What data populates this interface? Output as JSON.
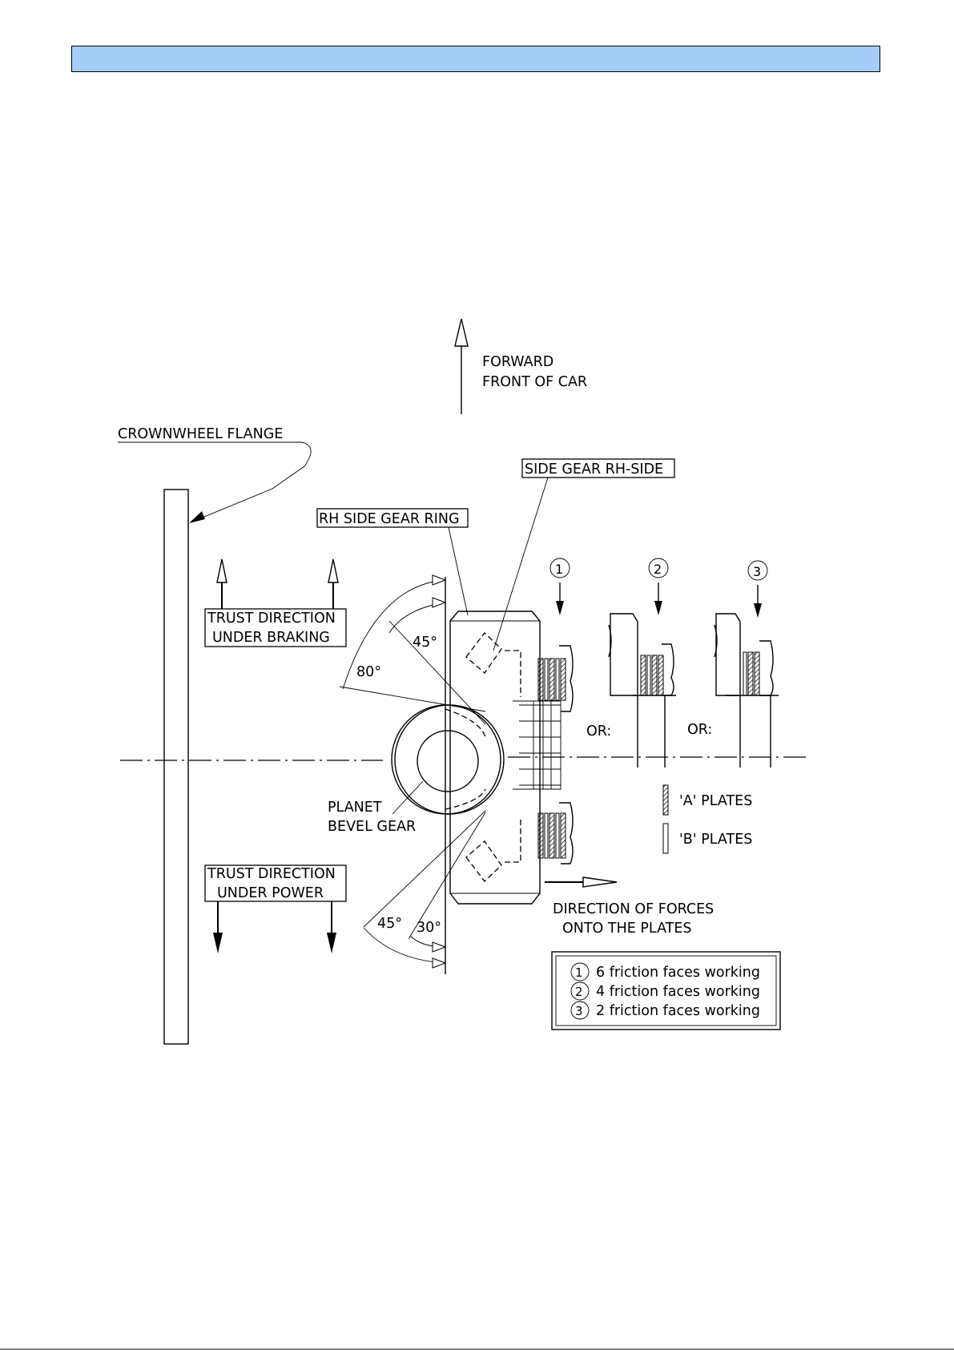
{
  "header": {
    "color": "#a6cdf8"
  },
  "labels": {
    "forward_line1": "FORWARD",
    "forward_line2": "FRONT OF CAR",
    "crownwheel_flange": "CROWNWHEEL FLANGE",
    "side_gear_rh_side": "SIDE GEAR RH-SIDE",
    "rh_side_gear_ring": "RH SIDE GEAR RING",
    "trust_braking_line1": "TRUST DIRECTION",
    "trust_braking_line2": "UNDER BRAKING",
    "trust_power_line1": "TRUST DIRECTION",
    "trust_power_line2": "UNDER POWER",
    "angle_45_top": "45°",
    "angle_80": "80°",
    "angle_45_bottom": "45°",
    "angle_30": "30°",
    "planet_line1": "PLANET",
    "planet_line2": "BEVEL GEAR",
    "or_1": "OR:",
    "or_2": "OR:",
    "a_plates": "'A' PLATES",
    "b_plates": "'B' PLATES",
    "forces_line1": "DIRECTION OF FORCES",
    "forces_line2": "ONTO THE PLATES",
    "config_1": "1",
    "config_2": "2",
    "config_3": "3"
  },
  "legend": [
    {
      "num": "1",
      "text": "6 friction faces working"
    },
    {
      "num": "2",
      "text": "4 friction faces working"
    },
    {
      "num": "3",
      "text": "2 friction faces working"
    }
  ]
}
